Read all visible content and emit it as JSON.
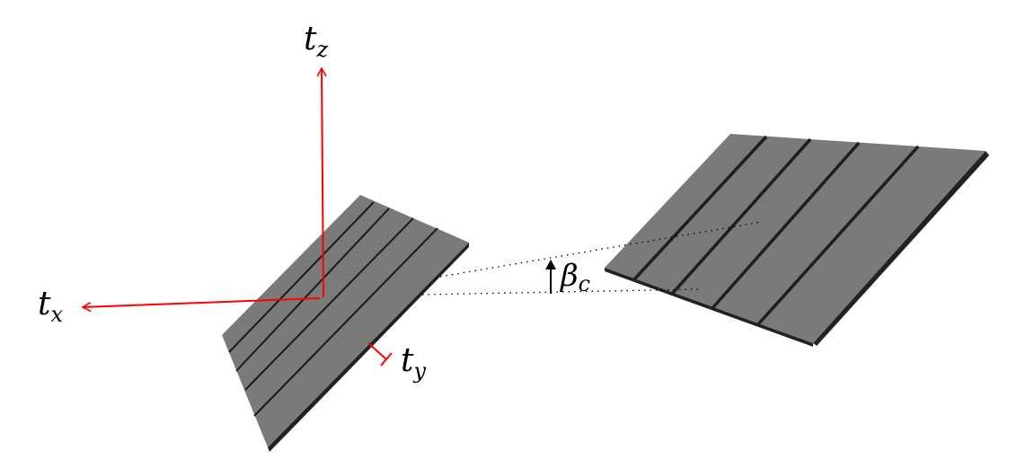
{
  "labels": {
    "tz_base": "t",
    "tz_sub": "z",
    "tx_base": "t",
    "tx_sub": "x",
    "ty_base": "t",
    "ty_sub": "y",
    "beta_base": "β",
    "beta_sub": "c"
  },
  "colors": {
    "axis": "#ff0000",
    "panel_face": "#7a7a7a",
    "panel_edge": "#222222",
    "seam": "#1a1a1a"
  }
}
